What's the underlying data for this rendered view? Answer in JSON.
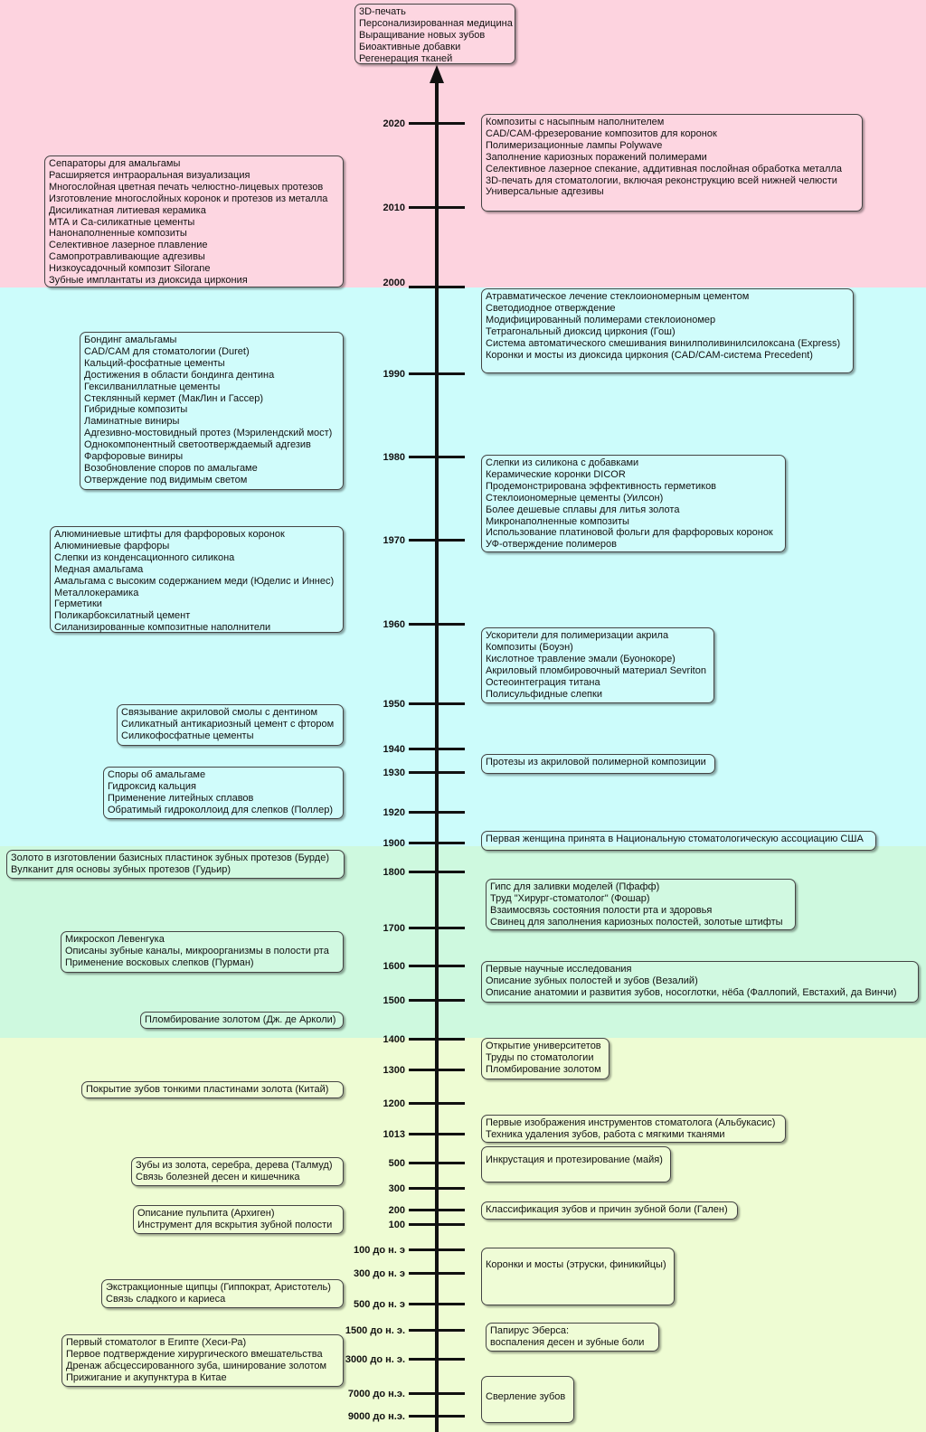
{
  "colors": {
    "band_modern": "#fdd3df",
    "band_20c": "#ccfcfb",
    "band_early_modern": "#cef9df",
    "band_ancient": "#eefcd3",
    "axis": "#111111"
  },
  "future_box": {
    "lines": [
      "3D-печать",
      "Персонализированная медицина",
      "Выращивание новых зубов",
      "Биоактивные добавки",
      "Регенерация тканей"
    ]
  },
  "years": [
    "2020",
    "2010",
    "2000",
    "1990",
    "1980",
    "1970",
    "1960",
    "1950",
    "1940",
    "1930",
    "1920",
    "1900",
    "1800",
    "1700",
    "1600",
    "1500",
    "1400",
    "1300",
    "1200",
    "1013",
    "500",
    "300",
    "200",
    "100",
    "100 до н. э",
    "300 до н. э",
    "500 до н. э",
    "1500 до н. э.",
    "3000 до н. э.",
    "7000 до н.э.",
    "9000 до н.э."
  ],
  "left_boxes": [
    {
      "lines": [
        "Сепараторы для амальгамы",
        "Расширяется интраоральная визуализация",
        "Многослойная цветная печать челюстно-лицевых протезов",
        "Изготовление многослойных коронок и протезов из металла",
        "Дисиликатная литиевая керамика",
        "МТА и Са-силикатные цементы",
        "Нанонаполненные композиты",
        "Селективное лазерное плавление",
        "Самопротравливающие адгезивы",
        "Низкоусадочный композит Silorane",
        "Зубные имплантаты из диоксида циркония"
      ]
    },
    {
      "lines": [
        "Бондинг амальгамы",
        "CAD/CAM для стоматологии (Duret)",
        "Кальций-фосфатные цементы",
        "Достижения в области бондинга дентина",
        "Гексилваниллатные цементы",
        "Стеклянный кермет (МакЛин и Гассер)",
        "Гибридные композиты",
        "Ламинатные виниры",
        "Адгезивно-мостовидный протез (Мэрилендский мост)",
        "Однокомпонентный светоотверждаемый адгезив",
        "Фарфоровые виниры",
        "Возобновление споров по амальгаме",
        "Отверждение под видимым светом"
      ]
    },
    {
      "lines": [
        "Алюминиевые штифты для фарфоровых коронок",
        "Алюминиевые фарфоры",
        "Слепки из конденсационного силикона",
        "Медная амальгама",
        "Амальгама с высоким содержанием меди (Юделис и Иннес)",
        "Металлокерамика",
        "Герметики",
        "Поликарбоксилатный цемент",
        "Силанизированные композитные наполнители"
      ]
    },
    {
      "lines": [
        "Связывание акриловой смолы с дентином",
        "Силикатный антикариозный цемент с фтором",
        "Силикофосфатные цементы"
      ]
    },
    {
      "lines": [
        "Споры об амальгаме",
        "Гидроксид кальция",
        "Применение литейных сплавов",
        "Обратимый гидроколлоид для слепков (Поллер)"
      ]
    },
    {
      "lines": [
        "Золото в изготовлении базисных пластинок зубных протезов (Бурде)",
        "Вулканит для основы зубных протезов (Гудьир)"
      ]
    },
    {
      "lines": [
        "Микроскоп Левенгука",
        "Описаны зубные каналы, микроорганизмы в полости рта",
        "Применение восковых слепков (Пурман)"
      ]
    },
    {
      "lines": [
        "Пломбирование золотом (Дж. де Арколи)"
      ]
    },
    {
      "lines": [
        "Покрытие зубов тонкими пластинами золота (Китай)"
      ]
    },
    {
      "lines": [
        "Зубы из золота, серебра, дерева (Талмуд)",
        "Связь болезней десен и кишечника"
      ]
    },
    {
      "lines": [
        "Описание пульпита (Архиген)",
        "Инструмент для вскрытия зубной полости"
      ]
    },
    {
      "lines": [
        "Экстракционные щипцы (Гиппократ, Аристотель)",
        "Связь сладкого и кариеса"
      ]
    },
    {
      "lines": [
        "Первый стоматолог в Египте (Хеси-Ра)",
        "Первое подтверждение хирургического вмешательства",
        "Дренаж абсцессированного зуба, шинирование золотом",
        "Прижигание и акупунктура в Китае"
      ]
    }
  ],
  "right_boxes": [
    {
      "lines": [
        "Композиты с насыпным наполнителем",
        "CAD/CAM-фрезерование композитов для коронок",
        "Полимеризационные лампы Polywave",
        "Заполнение кариозных поражений полимерами",
        "Селективное лазерное спекание, аддитивная послойная обработка металла",
        "3D-печать для стоматологии, включая реконструкцию всей нижней челюсти",
        "Универсальные адгезивы"
      ]
    },
    {
      "lines": [
        "Атравматическое лечение стеклоиономерным цементом",
        "Светодиодное отверждение",
        "Модифицированный полимерами стеклоиономер",
        "Тетрагональный диоксид циркония (Гош)",
        "Система автоматического смешивания винилполивинилсилоксана (Express)",
        "Коронки и мосты из диоксида циркония (CAD/CAM-система Precedent)"
      ]
    },
    {
      "lines": [
        "Слепки из силикона с добавками",
        "Керамические коронки DICOR",
        "Продемонстрирована эффективность герметиков",
        "Стеклоиономерные цементы (Уилсон)",
        "Более дешевые сплавы для литья золота",
        "Микронаполненные композиты",
        "Использование платиновой фольги для фарфоровых коронок",
        "УФ-отверждение полимеров"
      ]
    },
    {
      "lines": [
        "Ускорители для полимеризации акрила",
        "Композиты (Боуэн)",
        "Кислотное травление эмали (Буонокоре)",
        "Акриловый пломбировочный материал Sevriton",
        "Остеоинтеграция титана",
        "Полисульфидные слепки"
      ]
    },
    {
      "lines": [
        "Протезы из акриловой полимерной композиции"
      ]
    },
    {
      "lines": [
        "Первая женщина принята в Национальную стоматологическую ассоциацию США"
      ]
    },
    {
      "lines": [
        "Гипс для заливки моделей (Пфафф)",
        "Труд \"Хирург-стоматолог\"  (Фошар)",
        "Взаимосвязь состояния полости рта и здоровья",
        "Свинец для заполнения кариозных полостей, золотые штифты"
      ]
    },
    {
      "lines": [
        "Первые научные исследования",
        "Описание зубных полостей и зубов (Везалий)",
        "Описание  анатомии и развития зубов,  носоглотки, нёба (Фаллопий, Евстахий, да Винчи)"
      ]
    },
    {
      "lines": [
        "Открытие университетов",
        "Труды по стоматологии",
        "Пломбирование золотом"
      ]
    },
    {
      "lines": [
        "Первые изображения инструментов стоматолога (Альбукасис)",
        "Техника удаления зубов, работа с мягкими тканями"
      ]
    },
    {
      "lines": [
        "Инкрустация и протезирование (майя)"
      ]
    },
    {
      "lines": [
        "Классификация зубов и причин зубной боли (Гален)"
      ]
    },
    {
      "lines": [
        "Коронки и мосты (этруски, финикийцы)"
      ]
    },
    {
      "lines": [
        "Папирус Эберса:",
        "воспаления десен и зубные боли"
      ]
    },
    {
      "lines": [
        "Сверление зубов"
      ]
    }
  ]
}
